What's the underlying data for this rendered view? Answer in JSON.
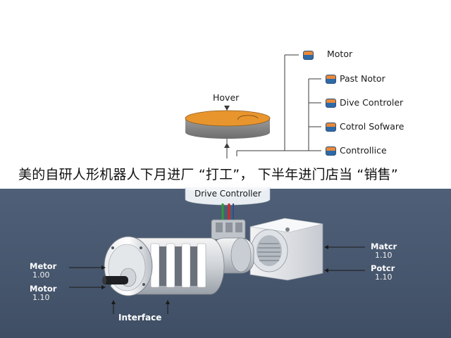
{
  "banner": {
    "text": "美的自研人形机器人下月进厂 “打工”， 下半年进门店当 “销售”"
  },
  "top": {
    "hover_label": "Hover",
    "controller_label": "Drive Controller"
  },
  "legend": {
    "items": [
      {
        "label": "Motor"
      },
      {
        "label": "Past Notor"
      },
      {
        "label": "Dive Controler"
      },
      {
        "label": "Cotrol Sofware"
      },
      {
        "label": "Controllice"
      }
    ]
  },
  "motor_labels": {
    "left_top": {
      "name": "Metor",
      "value": "1.00"
    },
    "left_bottom": {
      "name": "Motor",
      "value": "1.10"
    },
    "right_top": {
      "name": "Matcr",
      "value": "1.10"
    },
    "right_bottom": {
      "name": "Potcr",
      "value": "1.10"
    },
    "bottom": "Interface"
  },
  "colors": {
    "accent_orange": "#e8952e",
    "dark_panel": "#4a5a72",
    "wire_red": "#d0282a",
    "wire_green": "#2f9a3a"
  }
}
